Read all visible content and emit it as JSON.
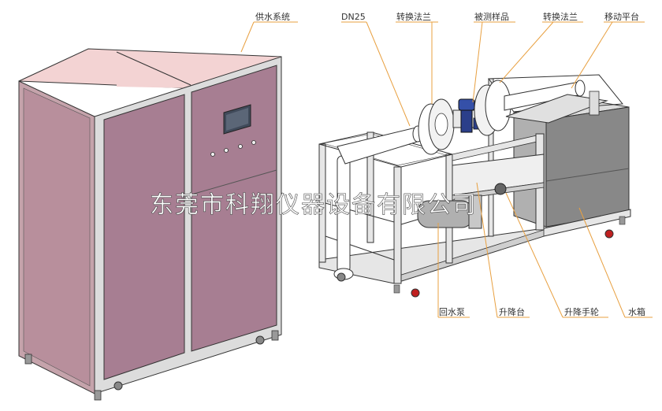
{
  "labels": {
    "water_supply": "供水系统",
    "dn25": "DN25",
    "adapter_flange_left": "转换法兰",
    "test_sample": "被测样品",
    "adapter_flange_right": "转换法兰",
    "mobile_platform": "移动平台",
    "return_pump": "回水泵",
    "lift_table": "升降台",
    "lift_handwheel": "升降手轮",
    "water_tank": "水箱"
  },
  "watermark": "东莞市科翔仪器设备有限公司",
  "colors": {
    "cabinet_panel": "#a77e92",
    "cabinet_top": "#f3d3d3",
    "frame_gray": "#e6e6e6",
    "leader_line": "#e8a040",
    "tank_gray": "#888888",
    "screen": "#404a5a",
    "caster_red": "#c02020"
  }
}
